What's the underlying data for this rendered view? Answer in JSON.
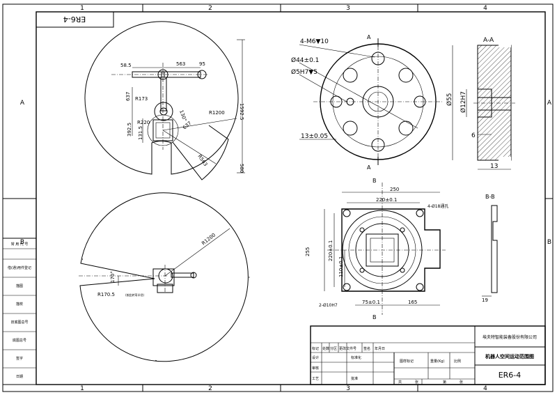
{
  "frame": {
    "cols_top": [
      "1",
      "2",
      "3",
      "4"
    ],
    "cols_bottom": [
      "1",
      "2",
      "3",
      "4"
    ],
    "rows_left": [
      "A",
      "B"
    ],
    "rows_right": [
      "A",
      "B"
    ]
  },
  "title_tab": "ER6-4",
  "top_view": {
    "dims": [
      "58.5",
      "563",
      "95",
      "637",
      "R173",
      "130°",
      "R220",
      "392.5",
      "131.5",
      "637",
      "R1200",
      "1592.5",
      "R563",
      "580"
    ]
  },
  "side_view": {
    "dims": [
      "R1200",
      "170°",
      "R170.5"
    ],
    "note": "(按此转弯半径)"
  },
  "flange_view": {
    "labels": [
      "4-M6▼10",
      "Ø44±0.1",
      "Ø5H7▼5",
      "13±0.05",
      "A",
      "A"
    ]
  },
  "section_aa": {
    "labels": [
      "A-A",
      "Ø55",
      "Ø12H7",
      "6",
      "13"
    ]
  },
  "base_view": {
    "labels": [
      "B",
      "250",
      "220±0.1",
      "4-Ø18通孔",
      "255",
      "220±0.1",
      "110±0.1",
      "2-Ø10H7",
      "75±0.1",
      "165",
      "B"
    ]
  },
  "section_bb": {
    "labels": [
      "B-B",
      "19"
    ]
  },
  "left_column": {
    "labels": [
      "常 用 代 号",
      "借(通)用件登记",
      "描图",
      "描校",
      "旧底图总号",
      "底图总号",
      "签字",
      "日期"
    ]
  },
  "title_block": {
    "company": "埃夫特智能装备股份有限公司",
    "drawing_title": "机器人空间运动范围图",
    "drawing_number": "ER6-4",
    "headers": [
      "标记",
      "处数",
      "分区",
      "更改文件号",
      "签名",
      "年月日"
    ],
    "roles": [
      "设计",
      "审核",
      "工艺"
    ],
    "std": "标准化",
    "approve": "批准",
    "stage": "图样标记",
    "weight": "重量(Kg)",
    "scale": "比例",
    "sheets": [
      "共",
      "张",
      "第",
      "张"
    ]
  }
}
